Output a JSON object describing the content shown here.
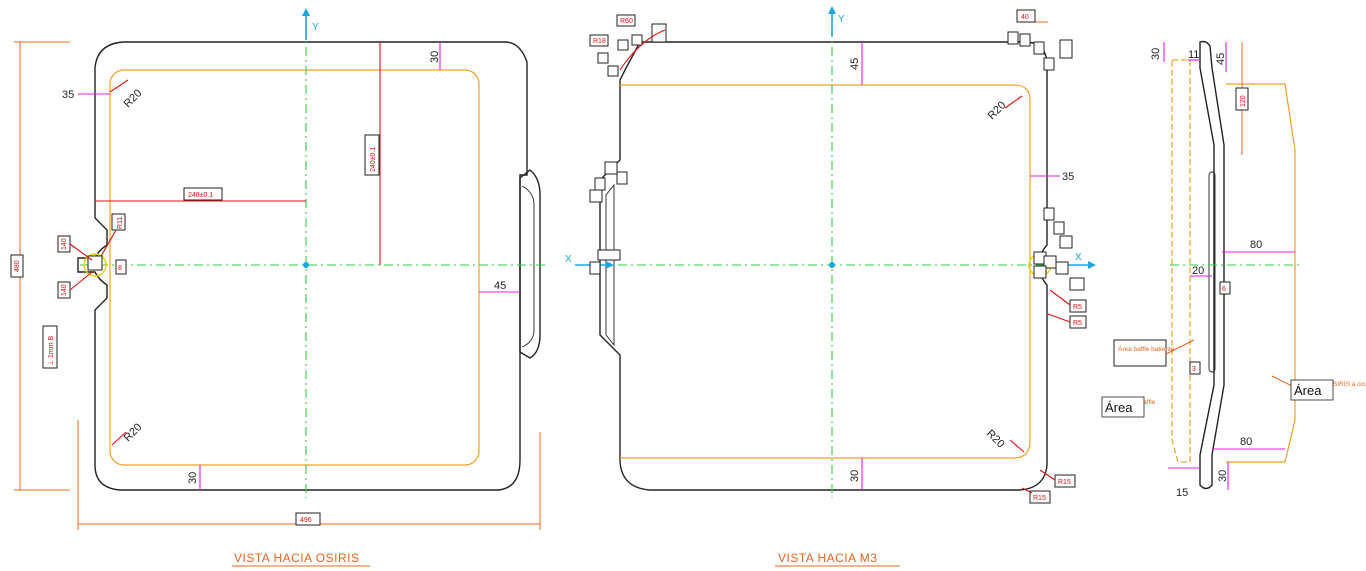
{
  "views": {
    "osiris": {
      "title": "VISTA HACIA OSIRIS",
      "y_axis": "Y",
      "dims": {
        "top_margin": "30",
        "left_margin": "35",
        "bottom_margin": "30",
        "right_margin": "45",
        "radius_top": "R20",
        "radius_bottom": "R20",
        "half_width": "246±0.1",
        "half_height": "240±0.1",
        "hole_radius": "R11",
        "overall_height": "480",
        "overall_width": "496",
        "tag_top": "140",
        "tag_bottom": "140",
        "tag_pin": "8",
        "tag_flatness": "⊥ 1mm B"
      }
    },
    "m3": {
      "title": "VISTA HACIA M3",
      "y_axis": "Y",
      "x_axis_left": "X",
      "x_axis_right": "X",
      "dims": {
        "top_margin": "45",
        "bottom_margin": "30",
        "right_margin": "35",
        "width_top": "40",
        "radius_top_right": "R20",
        "radius_bottom_right": "R20",
        "r15_a": "R15",
        "r15_b": "R15",
        "r5_a": "R5",
        "r5_b": "R5",
        "r60": "R60",
        "r18": "R18"
      }
    },
    "side": {
      "dims": {
        "top_gap": "30",
        "top_thick": "11",
        "top_offset": "45",
        "depth_upper": "120",
        "width_80_top": "80",
        "width_20": "20",
        "width_80_bottom": "80",
        "bottom_30": "30",
        "bottom_15": "15",
        "tag_6": "6",
        "tag_3": "3"
      },
      "notes": {
        "baffle_batiente": "Área baffle batiente",
        "baffle_lower": "Área baffle",
        "osiris_area": "Área hacia OSIRIS a ocupar",
        "callout_left": "Área",
        "callout_right": "Área"
      }
    }
  }
}
